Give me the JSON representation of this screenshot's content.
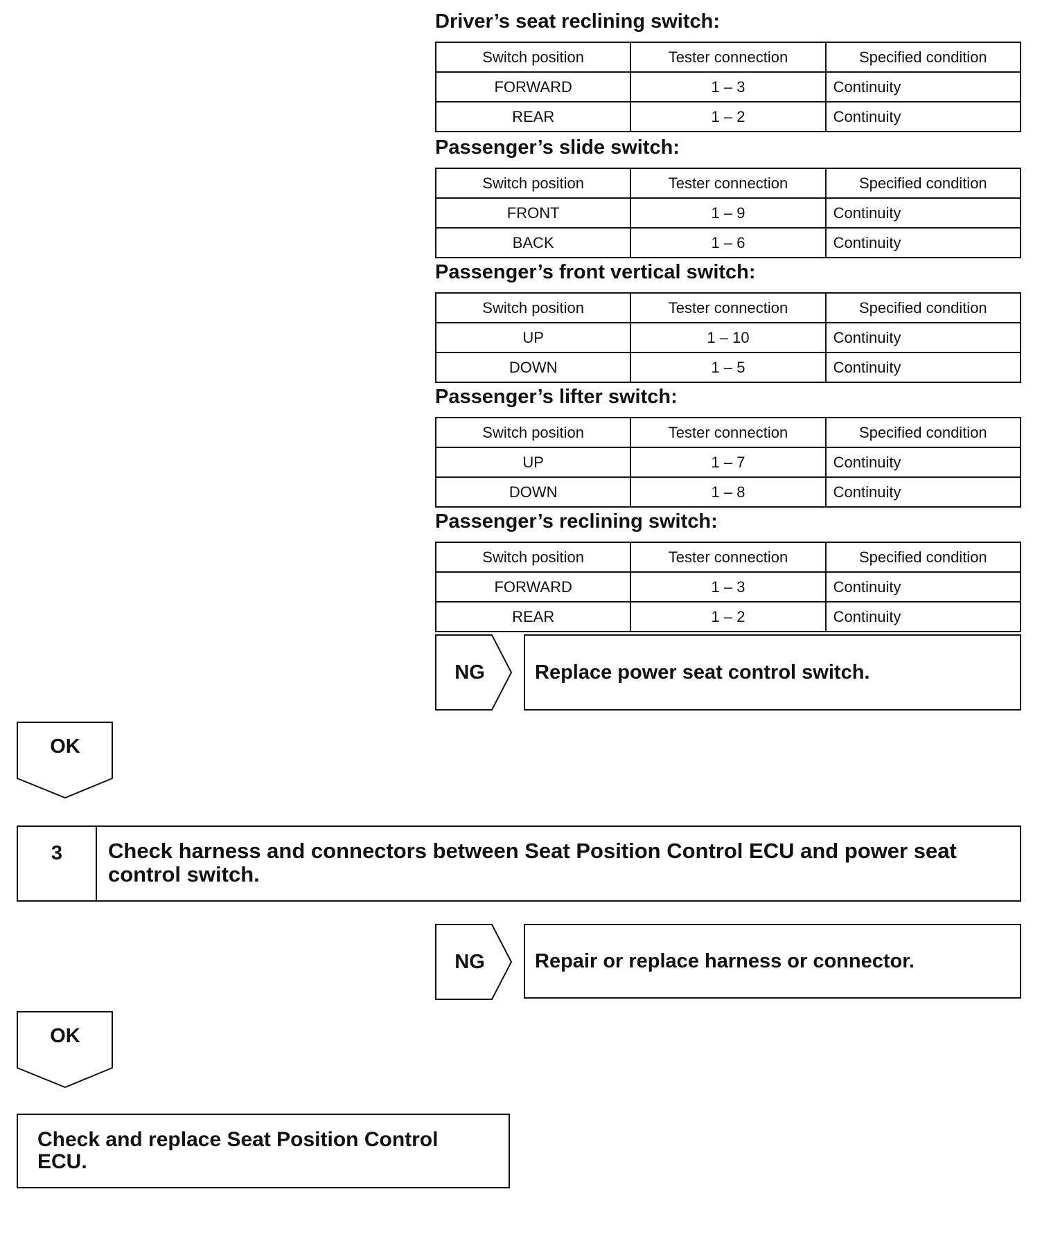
{
  "headers": [
    "Switch position",
    "Tester connection",
    "Specified condition"
  ],
  "sections": [
    {
      "title": "Driver’s seat reclining switch:",
      "rows": [
        [
          "FORWARD",
          "1 – 3",
          "Continuity"
        ],
        [
          "REAR",
          "1 – 2",
          "Continuity"
        ]
      ]
    },
    {
      "title": "Passenger’s slide switch:",
      "rows": [
        [
          "FRONT",
          "1 – 9",
          "Continuity"
        ],
        [
          "BACK",
          "1 – 6",
          "Continuity"
        ]
      ]
    },
    {
      "title": "Passenger’s front vertical switch:",
      "rows": [
        [
          "UP",
          "1 – 10",
          "Continuity"
        ],
        [
          "DOWN",
          "1 – 5",
          "Continuity"
        ]
      ]
    },
    {
      "title": "Passenger’s lifter switch:",
      "rows": [
        [
          "UP",
          "1 – 7",
          "Continuity"
        ],
        [
          "DOWN",
          "1 – 8",
          "Continuity"
        ]
      ]
    },
    {
      "title": "Passenger’s reclining switch:",
      "rows": [
        [
          "FORWARD",
          "1 – 3",
          "Continuity"
        ],
        [
          "REAR",
          "1 – 2",
          "Continuity"
        ]
      ]
    }
  ],
  "ng1": {
    "label": "NG",
    "text": "Replace power seat control switch."
  },
  "ok1": {
    "label": "OK"
  },
  "step3": {
    "number": "3",
    "text": "Check harness and connectors between Seat Position Control ECU and power seat control switch."
  },
  "ng2": {
    "label": "NG",
    "text": "Repair or replace harness or connector."
  },
  "ok2": {
    "label": "OK"
  },
  "final": {
    "text": "Check and replace Seat Position Control ECU."
  }
}
